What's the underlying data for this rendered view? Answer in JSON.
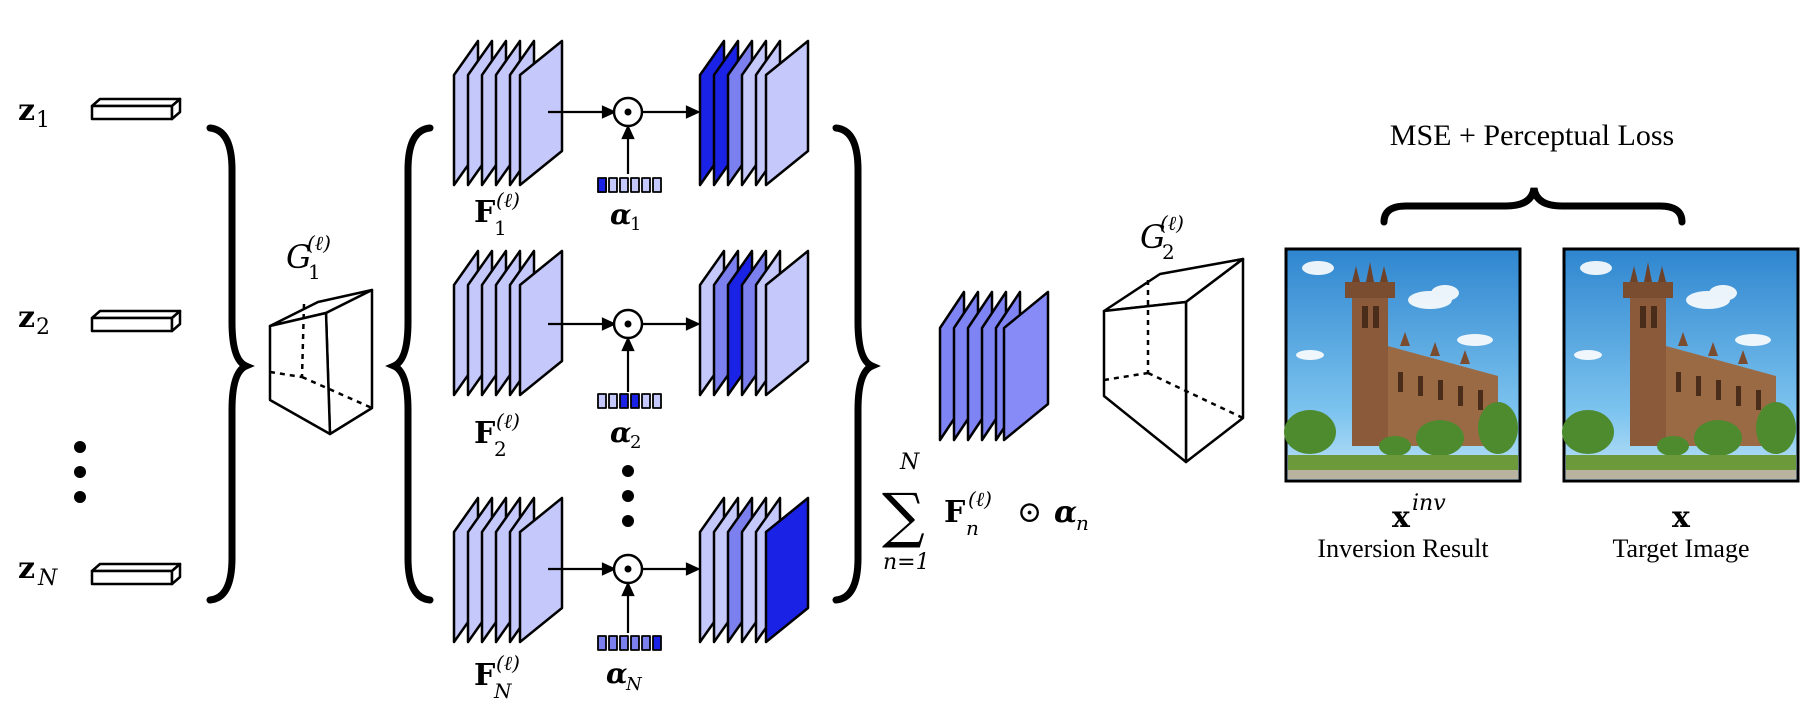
{
  "latents": {
    "z1": "z",
    "z1_sub": "1",
    "z2": "z",
    "z2_sub": "2",
    "zN": "z",
    "zN_sub": "N",
    "dots": "⋮"
  },
  "generator1": {
    "label": "G",
    "sub": "1",
    "sup": "(ℓ)"
  },
  "generator2": {
    "label": "G",
    "sub": "2",
    "sup": "(ℓ)"
  },
  "features": {
    "f1": {
      "label": "F",
      "sub": "1",
      "sup": "(ℓ)",
      "alpha": "α",
      "alpha_sub": "1"
    },
    "f2": {
      "label": "F",
      "sub": "2",
      "sup": "(ℓ)",
      "alpha": "α",
      "alpha_sub": "2"
    },
    "fN": {
      "label": "F",
      "sub": "N",
      "sup": "(ℓ)",
      "alpha": "α",
      "alpha_sub": "N"
    },
    "dots": "⋮"
  },
  "operator": "⊙",
  "sum_formula": {
    "top": "N",
    "sigma": "∑",
    "bottom": "n=1",
    "F": "F",
    "F_sub": "n",
    "F_sup": "(ℓ)",
    "op": "⊙",
    "alpha": "α",
    "alpha_sub": "n"
  },
  "loss_title": "MSE + Perceptual Loss",
  "result": {
    "symbol": "x",
    "symbol_sup": "inv",
    "caption": "Inversion Result"
  },
  "target": {
    "symbol": "x",
    "caption": "Target Image"
  },
  "colors": {
    "light_blue": "#c5c8fb",
    "mid_blue": "#7b80ee",
    "dark_blue": "#1a22e6",
    "merged_blue": "#7f84f4",
    "sky": "#3c9fdc",
    "stone": "#8a5a3a"
  }
}
